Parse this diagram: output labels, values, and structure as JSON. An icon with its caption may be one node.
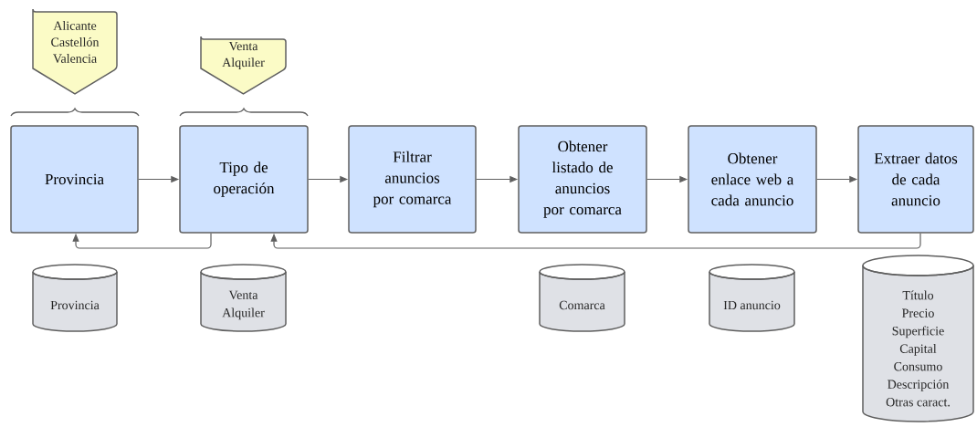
{
  "diagram": {
    "nodes": [
      {
        "text": [
          "Alicante",
          "Castellón",
          "Valencia"
        ]
      },
      {
        "text": [
          "Venta",
          "Alquiler"
        ]
      },
      {
        "text": [
          "Provincia"
        ]
      },
      {
        "text": [
          "Tipo de operación"
        ]
      },
      {
        "text": [
          "Filtrar anuncios por comarca"
        ]
      },
      {
        "text": [
          "Obtener listado de anuncios por comarca"
        ]
      },
      {
        "text": [
          "Obtener enlace web a cada anuncio"
        ]
      },
      {
        "text": [
          "Extraer datos de cada anuncio"
        ]
      },
      {
        "text": [
          "Provincia"
        ]
      },
      {
        "text": [
          "Venta",
          "Alquiler"
        ]
      },
      {
        "text": [
          "Comarca"
        ]
      },
      {
        "text": [
          "ID anuncio"
        ]
      },
      {
        "text": [
          "Título",
          "Precio",
          "Superficie",
          "Capital",
          "Consumo",
          "Descripción",
          "Otras caract."
        ]
      }
    ],
    "edges": [
      {
        "from": 2,
        "to": 3,
        "arrow": "to"
      },
      {
        "from": 3,
        "to": 4,
        "arrow": "to"
      },
      {
        "from": 4,
        "to": 5,
        "arrow": "to"
      },
      {
        "from": 5,
        "to": 6,
        "arrow": "to"
      },
      {
        "from": 6,
        "to": 7,
        "arrow": "to"
      },
      {
        "from": 3,
        "to": 2,
        "arrow": "to"
      },
      {
        "from": 7,
        "to": 3,
        "arrow": "to"
      }
    ]
  }
}
